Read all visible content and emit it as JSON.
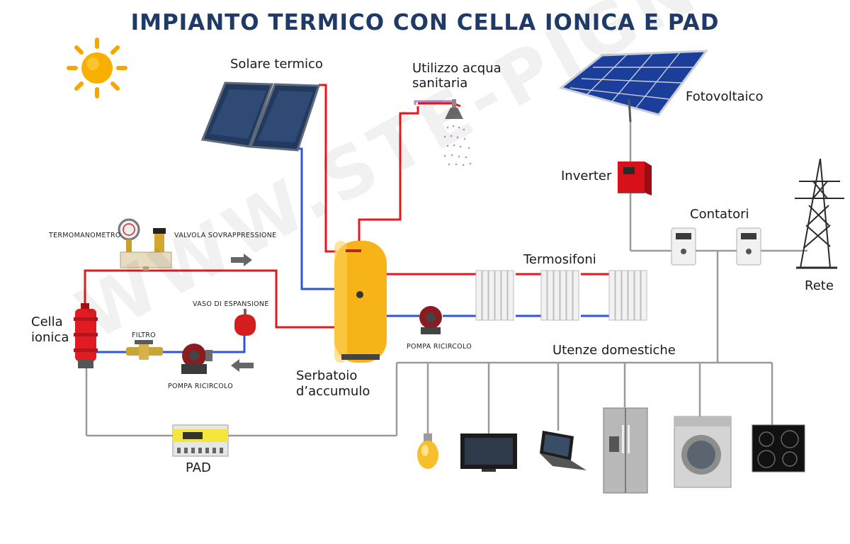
{
  "title": "IMPIANTO TERMICO CON CELLA IONICA E PAD",
  "watermark": "WWW.STE-PIGNOTTI.COM",
  "labels": {
    "solare_termico": "Solare termico",
    "utilizzo_acqua_line1": "Utilizzo acqua",
    "utilizzo_acqua_line2": "sanitaria",
    "fotovoltaico": "Fotovoltaico",
    "inverter": "Inverter",
    "contatori": "Contatori",
    "rete": "Rete",
    "termosifoni": "Termosifoni",
    "utenze_domestiche": "Utenze domestiche",
    "cella_ionica_line1": "Cella",
    "cella_ionica_line2": "ionica",
    "serbatoio_line1": "Serbatoio",
    "serbatoio_line2": "d’accumulo",
    "pad": "PAD",
    "termomanometro": "TERMOMANOMETRO",
    "valvola_sovrappressione": "VALVOLA SOVRAPPRESSIONE",
    "vaso_espansione": "VASO DI ESPANSIONE",
    "filtro": "FILTRO",
    "pompa_ricircolo_left": "POMPA RICIRCOLO",
    "pompa_ricircolo_right": "POMPA RICIRCOLO"
  },
  "colors": {
    "title": "#1f3a66",
    "hot_pipe": "#e8191e",
    "cold_pipe": "#2f55d4",
    "electric_line": "#9a9a9a",
    "tank": "#f6b418",
    "sun": "#f5a700"
  }
}
